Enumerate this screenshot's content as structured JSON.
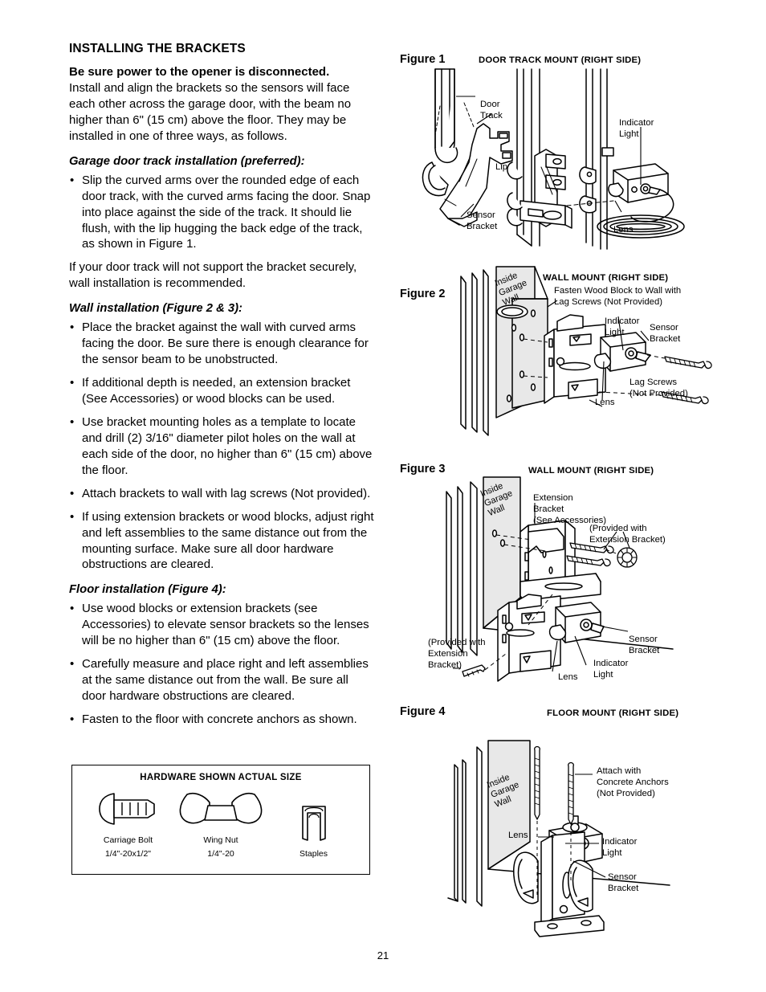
{
  "page": {
    "number": "21",
    "section_title": "INSTALLING THE BRACKETS"
  },
  "instructions": {
    "warning": "Be sure power to the opener is disconnected.",
    "intro": "Install and align the brackets so the sensors will face each other across the garage door, with the beam no higher than 6\" (15 cm) above the floor. They may be installed in one of three ways, as follows.",
    "sections": [
      {
        "heading": "Garage door track installation (preferred):",
        "bullets": [
          "Slip the curved arms over the rounded edge of each door track, with the curved arms facing the door. Snap into place against the side of the track. It should lie flush, with the lip hugging the back edge of the track, as shown in Figure 1."
        ],
        "note": "If your door track will not support the bracket securely, wall installation is recommended."
      },
      {
        "heading": "Wall installation (Figure 2 & 3):",
        "bullets": [
          "Place the bracket against the wall with curved arms facing the door. Be sure there is enough clearance for the sensor beam to be unobstructed.",
          "If additional depth is needed, an extension bracket (See Accessories) or wood blocks can be used.",
          "Use bracket mounting holes as a template to locate and drill (2) 3/16\" diameter pilot holes on the wall at each side of the door, no higher than 6\" (15 cm) above the floor.",
          "Attach brackets to wall with lag screws (Not provided).",
          "If using extension brackets or wood blocks, adjust right and left assemblies to the same distance out from the mounting surface. Make sure all door hardware obstructions are cleared."
        ],
        "note": ""
      },
      {
        "heading": "Floor installation (Figure 4):",
        "bullets": [
          "Use wood blocks or extension brackets (see Accessories) to elevate sensor brackets so the lenses will be no higher than 6\" (15 cm) above the floor.",
          "Carefully measure and place right and left assemblies at the same distance out from the wall. Be sure all door hardware obstructions are cleared.",
          "Fasten to the floor with concrete anchors as shown."
        ],
        "note": ""
      }
    ]
  },
  "hardware_box": {
    "title": "HARDWARE SHOWN ACTUAL SIZE",
    "items": [
      {
        "name": "carriage-bolt",
        "label_line1": "Carriage Bolt",
        "label_line2": "1/4\"-20x1/2\""
      },
      {
        "name": "wing-nut",
        "label_line1": "Wing Nut",
        "label_line2": "1/4\"-20"
      },
      {
        "name": "staples",
        "label_line1": "Staples",
        "label_line2": ""
      }
    ]
  },
  "figures": [
    {
      "label": "Figure 1",
      "heading": "DOOR TRACK MOUNT (RIGHT SIDE)",
      "callouts": {
        "door_track": "Door\nTrack",
        "lip": "Lip",
        "sensor_bracket": "Sensor\nBracket",
        "indicator_light": "Indicator\nLight",
        "lens": "Lens"
      }
    },
    {
      "label": "Figure 2",
      "heading": "WALL MOUNT (RIGHT SIDE)",
      "callouts": {
        "wall": "Inside\nGarage\nWall",
        "fasten": "Fasten Wood Block to Wall with\nLag Screws (Not Provided)",
        "indicator_light": "Indicator\nLight",
        "sensor_bracket": "Sensor\nBracket",
        "lag_screws": "Lag Screws\n(Not Provided)",
        "lens": "Lens"
      }
    },
    {
      "label": "Figure 3",
      "heading": "WALL MOUNT (RIGHT SIDE)",
      "callouts": {
        "wall": "Inside\nGarage\nWall",
        "extension_bracket": "Extension\nBracket\n(See Accessories)",
        "provided_top": "(Provided with\nExtension Bracket)",
        "provided_left": "(Provided with\nExtension\nBracket)",
        "sensor_bracket": "Sensor\nBracket",
        "indicator_light": "Indicator\nLight",
        "lens": "Lens"
      }
    },
    {
      "label": "Figure 4",
      "heading": "FLOOR MOUNT (RIGHT SIDE)",
      "callouts": {
        "wall": "Inside\nGarage\nWall",
        "attach": "Attach with\nConcrete Anchors\n(Not Provided)",
        "lens": "Lens",
        "indicator_light": "Indicator\nLight",
        "sensor_bracket": "Sensor\nBracket"
      }
    }
  ],
  "colors": {
    "ink": "#000000",
    "wall_fill": "#e8e8e8",
    "paper": "#ffffff"
  }
}
